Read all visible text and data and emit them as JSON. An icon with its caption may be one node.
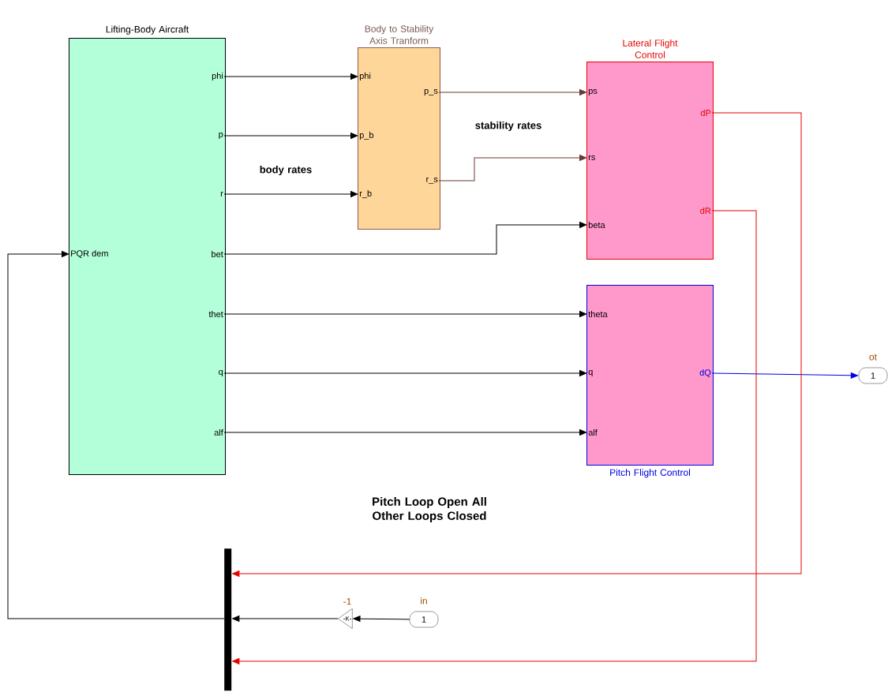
{
  "diagram": {
    "nodes": [
      {
        "text": [
          "Lifting-Body Aircraft"
        ]
      },
      {
        "text": [
          "phi"
        ],
        "in": 0
      },
      {
        "text": [
          "p"
        ],
        "in": 0
      },
      {
        "text": [
          "r"
        ],
        "in": 0
      },
      {
        "text": [
          "PQR dem"
        ],
        "in": 0
      },
      {
        "text": [
          "bet"
        ],
        "in": 0
      },
      {
        "text": [
          "thet"
        ],
        "in": 0
      },
      {
        "text": [
          "q"
        ],
        "in": 0
      },
      {
        "text": [
          "alf"
        ],
        "in": 0
      },
      {
        "text": [
          "Body to Stability Axis Tranform"
        ]
      },
      {
        "text": [
          "phi"
        ],
        "in": 9
      },
      {
        "text": [
          "p_s"
        ],
        "in": 9
      },
      {
        "text": [
          "p_b"
        ],
        "in": 9
      },
      {
        "text": [
          "r_s"
        ],
        "in": 9
      },
      {
        "text": [
          "r_b"
        ],
        "in": 9
      },
      {
        "text": [
          "Lateral Flight Control"
        ]
      },
      {
        "text": [
          "ps"
        ],
        "in": 15
      },
      {
        "text": [
          "dP"
        ],
        "in": 15
      },
      {
        "text": [
          "rs"
        ],
        "in": 15
      },
      {
        "text": [
          "dR"
        ],
        "in": 15
      },
      {
        "text": [
          "beta"
        ],
        "in": 15
      },
      {
        "text": [
          "Pitch Flight Control"
        ]
      },
      {
        "text": [
          "theta"
        ],
        "in": 21
      },
      {
        "text": [
          "q"
        ],
        "in": 21
      },
      {
        "text": [
          "dQ"
        ],
        "in": 21
      },
      {
        "text": [
          "alf"
        ],
        "in": 21
      },
      {
        "text": [
          "1"
        ],
        "beside": [
          "ot"
        ]
      },
      {
        "text": [],
        "shape": "bar"
      },
      {
        "text": [
          "-K-"
        ],
        "beside": [
          "-1"
        ]
      },
      {
        "text": [
          "1"
        ],
        "beside": [
          "in"
        ]
      }
    ],
    "edges": [
      {
        "from": 1,
        "to": 10,
        "arrow": "to"
      },
      {
        "from": 2,
        "to": 12,
        "arrow": "to"
      },
      {
        "from": 3,
        "to": 14,
        "arrow": "to"
      },
      {
        "from": 11,
        "to": 16,
        "arrow": "to",
        "color": "#6b3a33"
      },
      {
        "from": 13,
        "to": 18,
        "arrow": "to",
        "color": "#6b3a33"
      },
      {
        "from": 5,
        "to": 20,
        "arrow": "to"
      },
      {
        "from": 6,
        "to": 22,
        "arrow": "to"
      },
      {
        "from": 7,
        "to": 23,
        "arrow": "to"
      },
      {
        "from": 8,
        "to": 25,
        "arrow": "to"
      },
      {
        "from": 24,
        "to": 26,
        "arrow": "to",
        "color": "#0000e6"
      },
      {
        "from": 17,
        "to": 27,
        "arrow": "to",
        "color": "#e60000"
      },
      {
        "from": 29,
        "to": 28,
        "arrow": "to"
      },
      {
        "from": 28,
        "to": 27,
        "arrow": "to"
      },
      {
        "from": 19,
        "to": 27,
        "arrow": "to",
        "color": "#e60000"
      },
      {
        "from": 27,
        "to": 4,
        "arrow": "to"
      }
    ],
    "labels": [
      "body rates",
      "stability rates",
      "Pitch Loop Open All Other Loops Closed"
    ]
  }
}
